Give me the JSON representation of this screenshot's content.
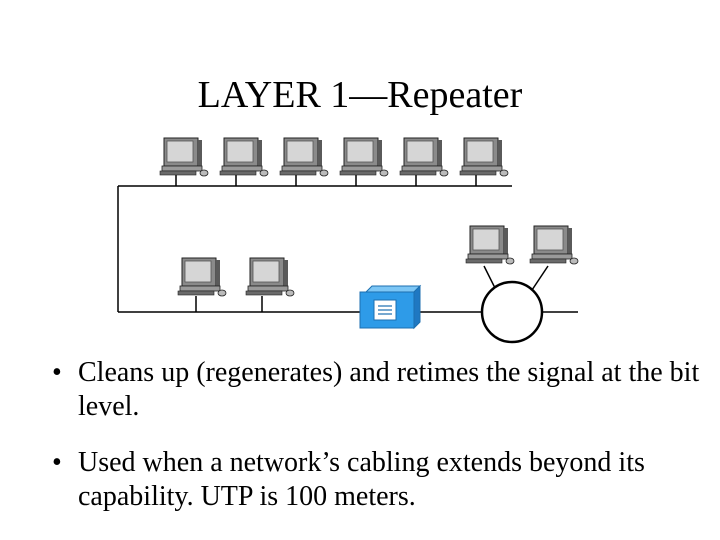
{
  "slide": {
    "title": "LAYER 1—Repeater",
    "bullets": [
      "Cleans up (regenerates) and retimes the signal at the bit level.",
      "Used when a network’s cabling extends beyond its capability. UTP is 100 meters."
    ],
    "bullet_glyph": "•"
  },
  "colors": {
    "repeater_fill": "#2e9be8",
    "monitor_screen": "#c9c9c9",
    "cable": "#000000"
  },
  "icons": {
    "workstation": "computer-workstation-icon",
    "repeater": "repeater-icon",
    "hub_ring": "ring-hub-icon"
  }
}
